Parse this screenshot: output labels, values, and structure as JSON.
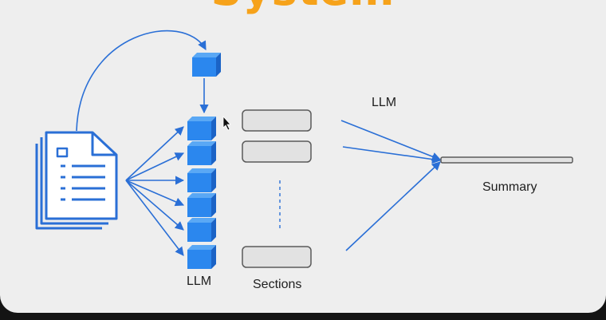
{
  "slide": {
    "title_fragment": "System"
  },
  "labels": {
    "llm_left": "LLM",
    "sections": "Sections",
    "llm_right": "LLM",
    "summary": "Summary"
  },
  "colors": {
    "arrow_blue": "#2a6fd6",
    "cube_front": "#2b87ee",
    "cube_top": "#5aa8f5",
    "cube_side": "#1b63c6",
    "title_orange": "#f6a21a",
    "section_fill": "#e2e2e2",
    "section_stroke": "#5a5a5a",
    "doc_stroke": "#2a6fd6"
  },
  "icons": {
    "document": "document-stack-icon",
    "cube": "cube-icon",
    "cursor": "mouse-cursor-icon"
  }
}
